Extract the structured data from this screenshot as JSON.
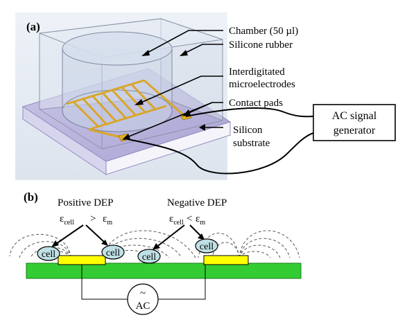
{
  "panel_a": {
    "label": "(a)",
    "callouts": {
      "chamber": "Chamber (50 µl)",
      "silicone": "Silicone rubber",
      "interdigitated_line1": "Interdigitated",
      "interdigitated_line2": "microelectrodes",
      "contact_pads": "Contact pads",
      "silicon_line1": "Silicon",
      "silicon_line2": "substrate"
    },
    "generator_line1": "AC signal",
    "generator_line2": "generator"
  },
  "panel_b": {
    "label": "(b)",
    "positive_title": "Positive DEP",
    "negative_title": "Negative DEP",
    "epsilon": "ε",
    "sub_cell": "cell",
    "sub_m": "m",
    "greater": ">",
    "less": "<",
    "cell_label": "cell",
    "ac_tilde": "~",
    "ac_label": "AC"
  },
  "colors": {
    "substrate_top": "#bdb8df",
    "substrate_side": "#efeff8",
    "electrode_gold": "#d9a62a",
    "chamber_fill": "#cdd8e8",
    "panel_bg": "#e6ecf4",
    "green_substrate": "#33cc33",
    "yellow_electrode": "#ffff00",
    "cell_fill": "#bfe0e4"
  }
}
